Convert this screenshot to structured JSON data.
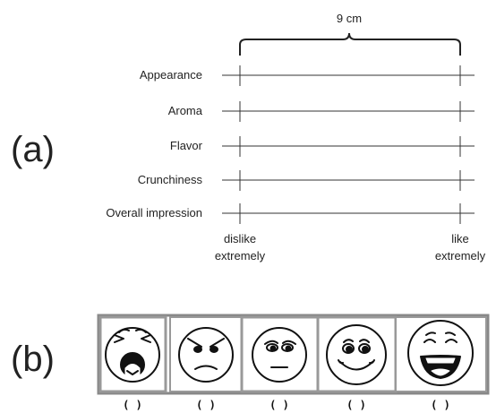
{
  "part_a": {
    "label": "(a)",
    "span_label": "9 cm",
    "attributes": [
      "Appearance",
      "Aroma",
      "Flavor",
      "Crunchiness",
      "Overall impression"
    ],
    "left_anchor": [
      "dislike",
      "extremely"
    ],
    "right_anchor": [
      "like",
      "extremely"
    ]
  },
  "part_b": {
    "label": "(b)",
    "faces": [
      {
        "icon": "crying-face-icon",
        "choice": "( )"
      },
      {
        "icon": "angry-face-icon",
        "choice": "( )"
      },
      {
        "icon": "neutral-face-icon",
        "choice": "( )"
      },
      {
        "icon": "smiling-face-icon",
        "choice": "( )"
      },
      {
        "icon": "laughing-face-icon",
        "choice": "( )"
      }
    ]
  }
}
